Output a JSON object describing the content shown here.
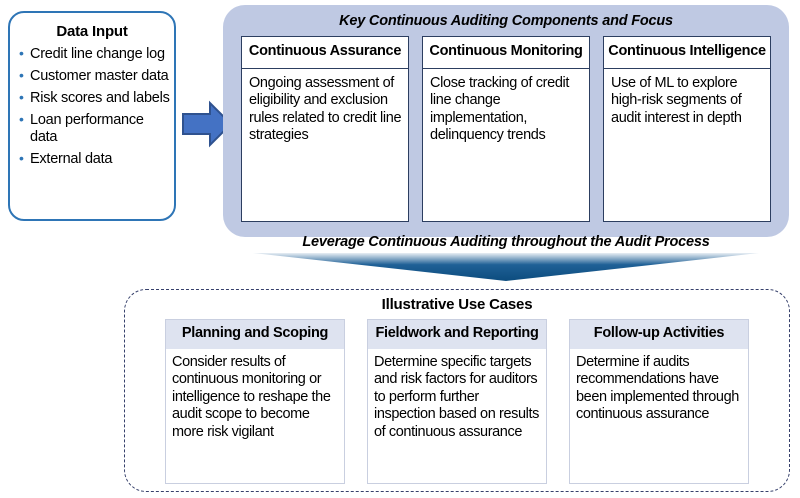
{
  "data_input": {
    "title": "Data Input",
    "items": [
      "Credit line change log",
      "Customer master data",
      "Risk scores and labels",
      "Loan performance data",
      "External data"
    ]
  },
  "key_components": {
    "title": "Key Continuous Auditing Components and Focus",
    "panel_color": "#BFC9E3",
    "cards": [
      {
        "header": "Continuous Assurance",
        "body": "Ongoing assessment of eligibility and exclusion rules related to credit line strategies"
      },
      {
        "header": "Continuous Monitoring",
        "body": "Close tracking of credit line change implementation, delinquency trends"
      },
      {
        "header": "Continuous Intelligence",
        "body": "Use of ML to explore high-risk segments of audit interest in depth"
      }
    ]
  },
  "leverage_band": {
    "label": "Leverage Continuous Auditing throughout the Audit Process",
    "chevron_color": "#1F6096"
  },
  "use_cases": {
    "title": "Illustrative Use Cases",
    "border_color": "#36406B",
    "header_color": "#DEE3F0",
    "cards": [
      {
        "header": "Planning and Scoping",
        "body": "Consider results of continuous monitoring or intelligence to reshape the audit scope to become more risk vigilant"
      },
      {
        "header": "Fieldwork and Reporting",
        "body": "Determine specific targets and risk factors for auditors to perform further inspection based on results of continuous assurance"
      },
      {
        "header": "Follow-up Activities",
        "body": "Determine if audits recommendations have been implemented through continuous assurance"
      }
    ]
  },
  "flow_arrow": {
    "icon": "right-block-arrow-icon",
    "fill": "#4472C4",
    "stroke": "#2F528F"
  }
}
